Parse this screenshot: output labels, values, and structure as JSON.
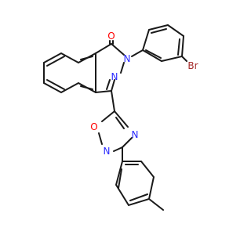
{
  "molecule": {
    "atom_labels": {
      "carbonyl_oxygen": "O",
      "ring_nitrogen_2": "N",
      "ring_nitrogen_3": "N",
      "oxadiazole_oxygen": "O",
      "oxadiazole_nitrogen_2": "N",
      "oxadiazole_nitrogen_4": "N",
      "bromine": "Br"
    },
    "colors": {
      "bond": "#1a1a1a",
      "oxygen": "#ff0000",
      "nitrogen": "#2a2aff",
      "bromine": "#a52a2a"
    }
  }
}
